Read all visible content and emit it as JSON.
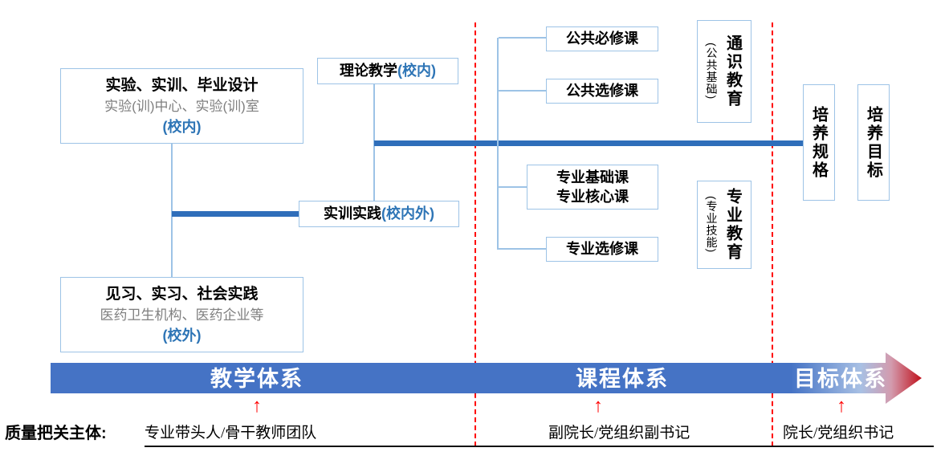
{
  "colors": {
    "box-border": "#9DC3E6",
    "thick-line": "#2F6EBA",
    "blue-text": "#2E75B6",
    "gray-text": "#7F7F7F",
    "red": "#FF0000",
    "band-blue": "#4573C5",
    "band-red": "#C00000"
  },
  "icons": {
    "up_arrow": "↑"
  },
  "left_flow": {
    "experiment_box": {
      "title": "实验、实训、毕业设计",
      "subtitle": "实验(训)中心、实验(训)室",
      "tag": "(校内)"
    },
    "theory_box": {
      "title": "理论教学",
      "tag": "(校内)"
    },
    "training_box": {
      "title": "实训实践",
      "tag": "(校内外)"
    },
    "internship_box": {
      "title": "见习、实习、社会实践",
      "subtitle": "医药卫生机构、医药企业等",
      "tag": "(校外)"
    }
  },
  "courses": {
    "public_required": "公共必修课",
    "public_elective": "公共选修课",
    "major_basic": "专业基础课",
    "major_core": "专业核心课",
    "major_elective": "专业选修课"
  },
  "education": {
    "general": {
      "side": "(公共基础)",
      "main": "通识教育"
    },
    "major": {
      "side": "(专业技能)",
      "main": "专业教育"
    }
  },
  "targets": {
    "spec": "培养规格",
    "goal": "培养目标"
  },
  "band": {
    "teaching": "教学体系",
    "curriculum": "课程体系",
    "target": "目标体系"
  },
  "footer": {
    "label": "质量把关主体:",
    "teaching_owner": "专业带头人/骨干教师团队",
    "curriculum_owner": "副院长/党组织副书记",
    "target_owner": "院长/党组织书记"
  }
}
